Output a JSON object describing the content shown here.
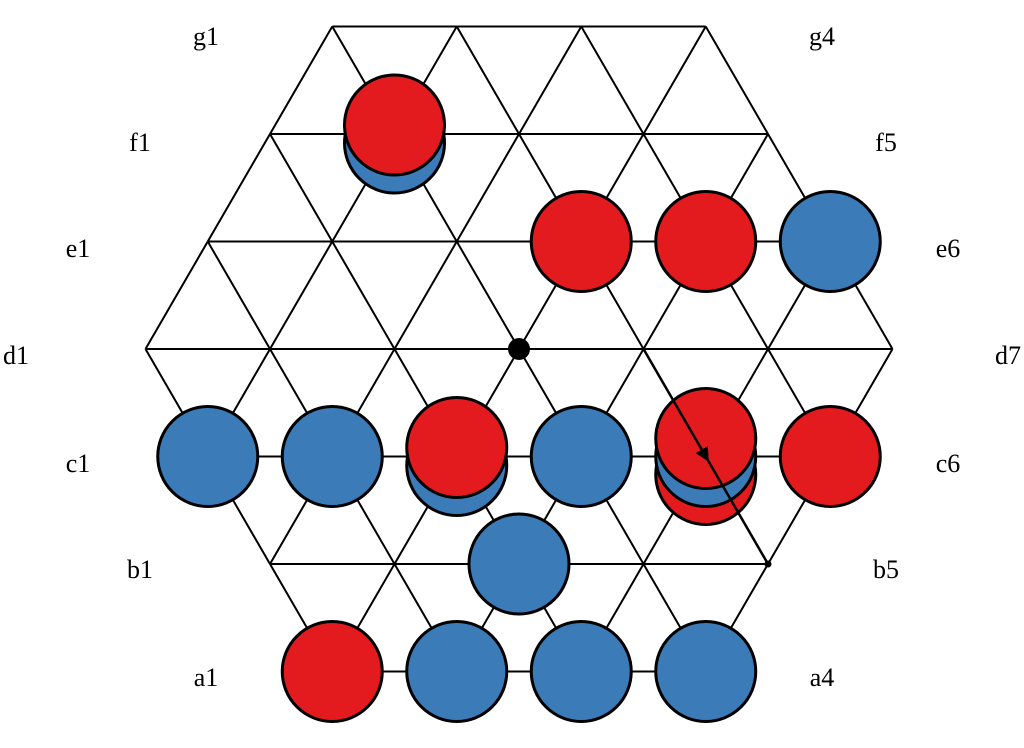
{
  "colors": {
    "red": "#e31b1f",
    "blue": "#3a7bb8",
    "line": "#000000",
    "background": "#ffffff"
  },
  "coordinate_labels": {
    "g1": "g1",
    "g4": "g4",
    "f1": "f1",
    "f5": "f5",
    "e1": "e1",
    "e6": "e6",
    "d1": "d1",
    "d7": "d7",
    "c1": "c1",
    "c6": "c6",
    "b1": "b1",
    "b5": "b5",
    "a1": "a1",
    "a4": "a4"
  },
  "pieces": [
    {
      "cell": "f2",
      "stack": [
        "blue",
        "red"
      ]
    },
    {
      "cell": "e4",
      "stack": [
        "red"
      ]
    },
    {
      "cell": "e5",
      "stack": [
        "red"
      ]
    },
    {
      "cell": "e6",
      "stack": [
        "blue"
      ]
    },
    {
      "cell": "c1",
      "stack": [
        "blue"
      ]
    },
    {
      "cell": "c2",
      "stack": [
        "blue"
      ]
    },
    {
      "cell": "c3",
      "stack": [
        "blue",
        "red"
      ]
    },
    {
      "cell": "c4",
      "stack": [
        "blue"
      ]
    },
    {
      "cell": "c5",
      "stack": [
        "red",
        "blue",
        "red"
      ]
    },
    {
      "cell": "c6",
      "stack": [
        "red"
      ]
    },
    {
      "cell": "b3",
      "stack": [
        "blue"
      ]
    },
    {
      "cell": "a1",
      "stack": [
        "red"
      ]
    },
    {
      "cell": "a2",
      "stack": [
        "blue"
      ]
    },
    {
      "cell": "a3",
      "stack": [
        "blue"
      ]
    },
    {
      "cell": "a4",
      "stack": [
        "blue"
      ]
    }
  ],
  "center_marker": {
    "cell": "d4",
    "color": "#000000"
  },
  "move_arrow": {
    "from": "d5",
    "to": "b5"
  }
}
